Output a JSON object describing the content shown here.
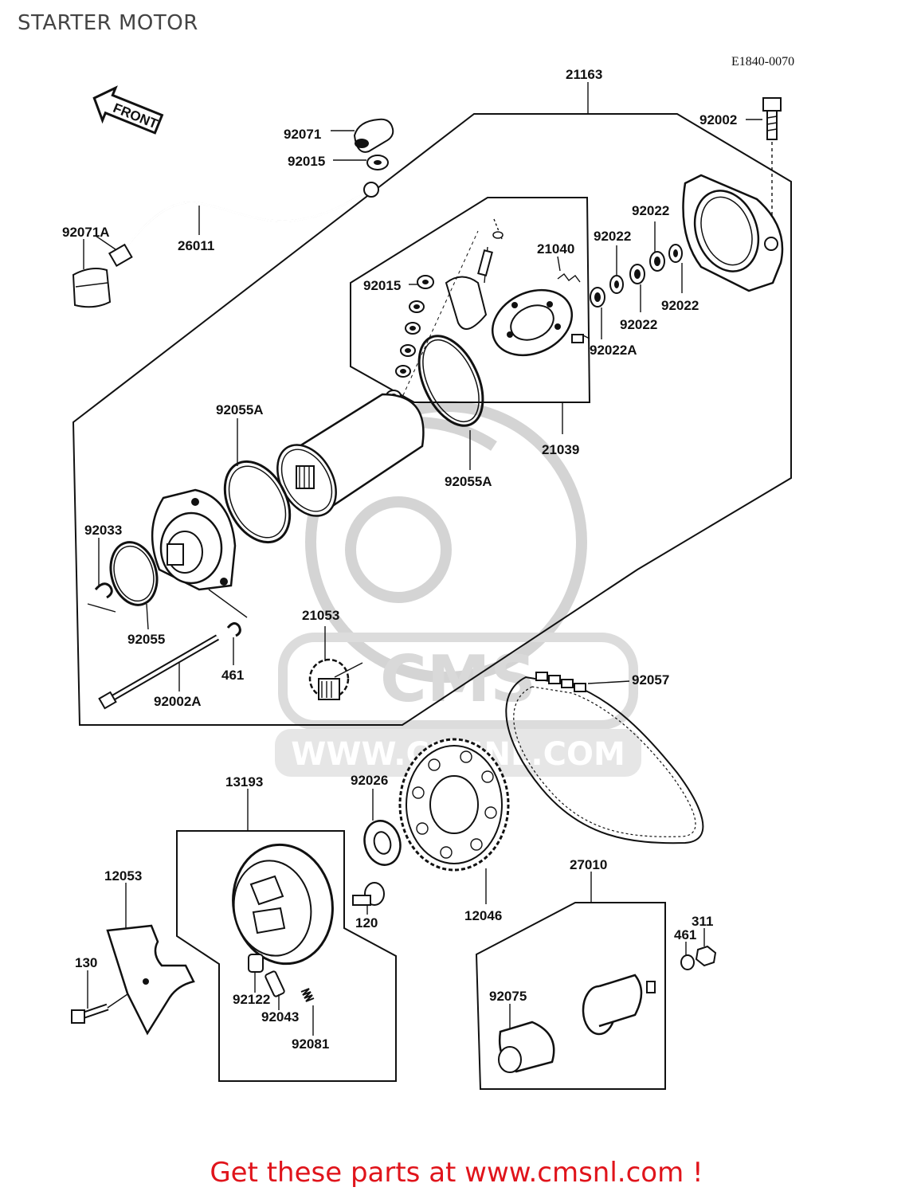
{
  "page": {
    "title": "STARTER MOTOR",
    "diagram_code": "E1840-0070",
    "front_label": "FRONT",
    "watermark_text": "WWW.CMSNL.COM",
    "watermark_logo": "CMS",
    "promo": "Get these parts at www.cmsnl.com !"
  },
  "colors": {
    "promo": "#e0141b",
    "watermark": "#d4d4d4",
    "ink": "#111111"
  },
  "parts": {
    "p21163": "21163",
    "p92002": "92002",
    "p92071": "92071",
    "p92015a": "92015",
    "p92071A": "92071A",
    "p26011": "26011",
    "p92022a": "92022",
    "p92022b": "92022",
    "p92022c": "92022",
    "p92022d": "92022",
    "p21040": "21040",
    "p92015b": "92015",
    "p92022A": "92022A",
    "p92055Aa": "92055A",
    "p21039": "21039",
    "p92055Ab": "92055A",
    "p92033": "92033",
    "p92055": "92055",
    "p461a": "461",
    "p92002A": "92002A",
    "p21053": "21053",
    "p92057": "92057",
    "p13193": "13193",
    "p92026": "92026",
    "p12053": "12053",
    "p120": "120",
    "p12046": "12046",
    "p27010": "27010",
    "p311": "311",
    "p461b": "461",
    "p130": "130",
    "p92122": "92122",
    "p92043": "92043",
    "p92081": "92081",
    "p92075": "92075"
  }
}
